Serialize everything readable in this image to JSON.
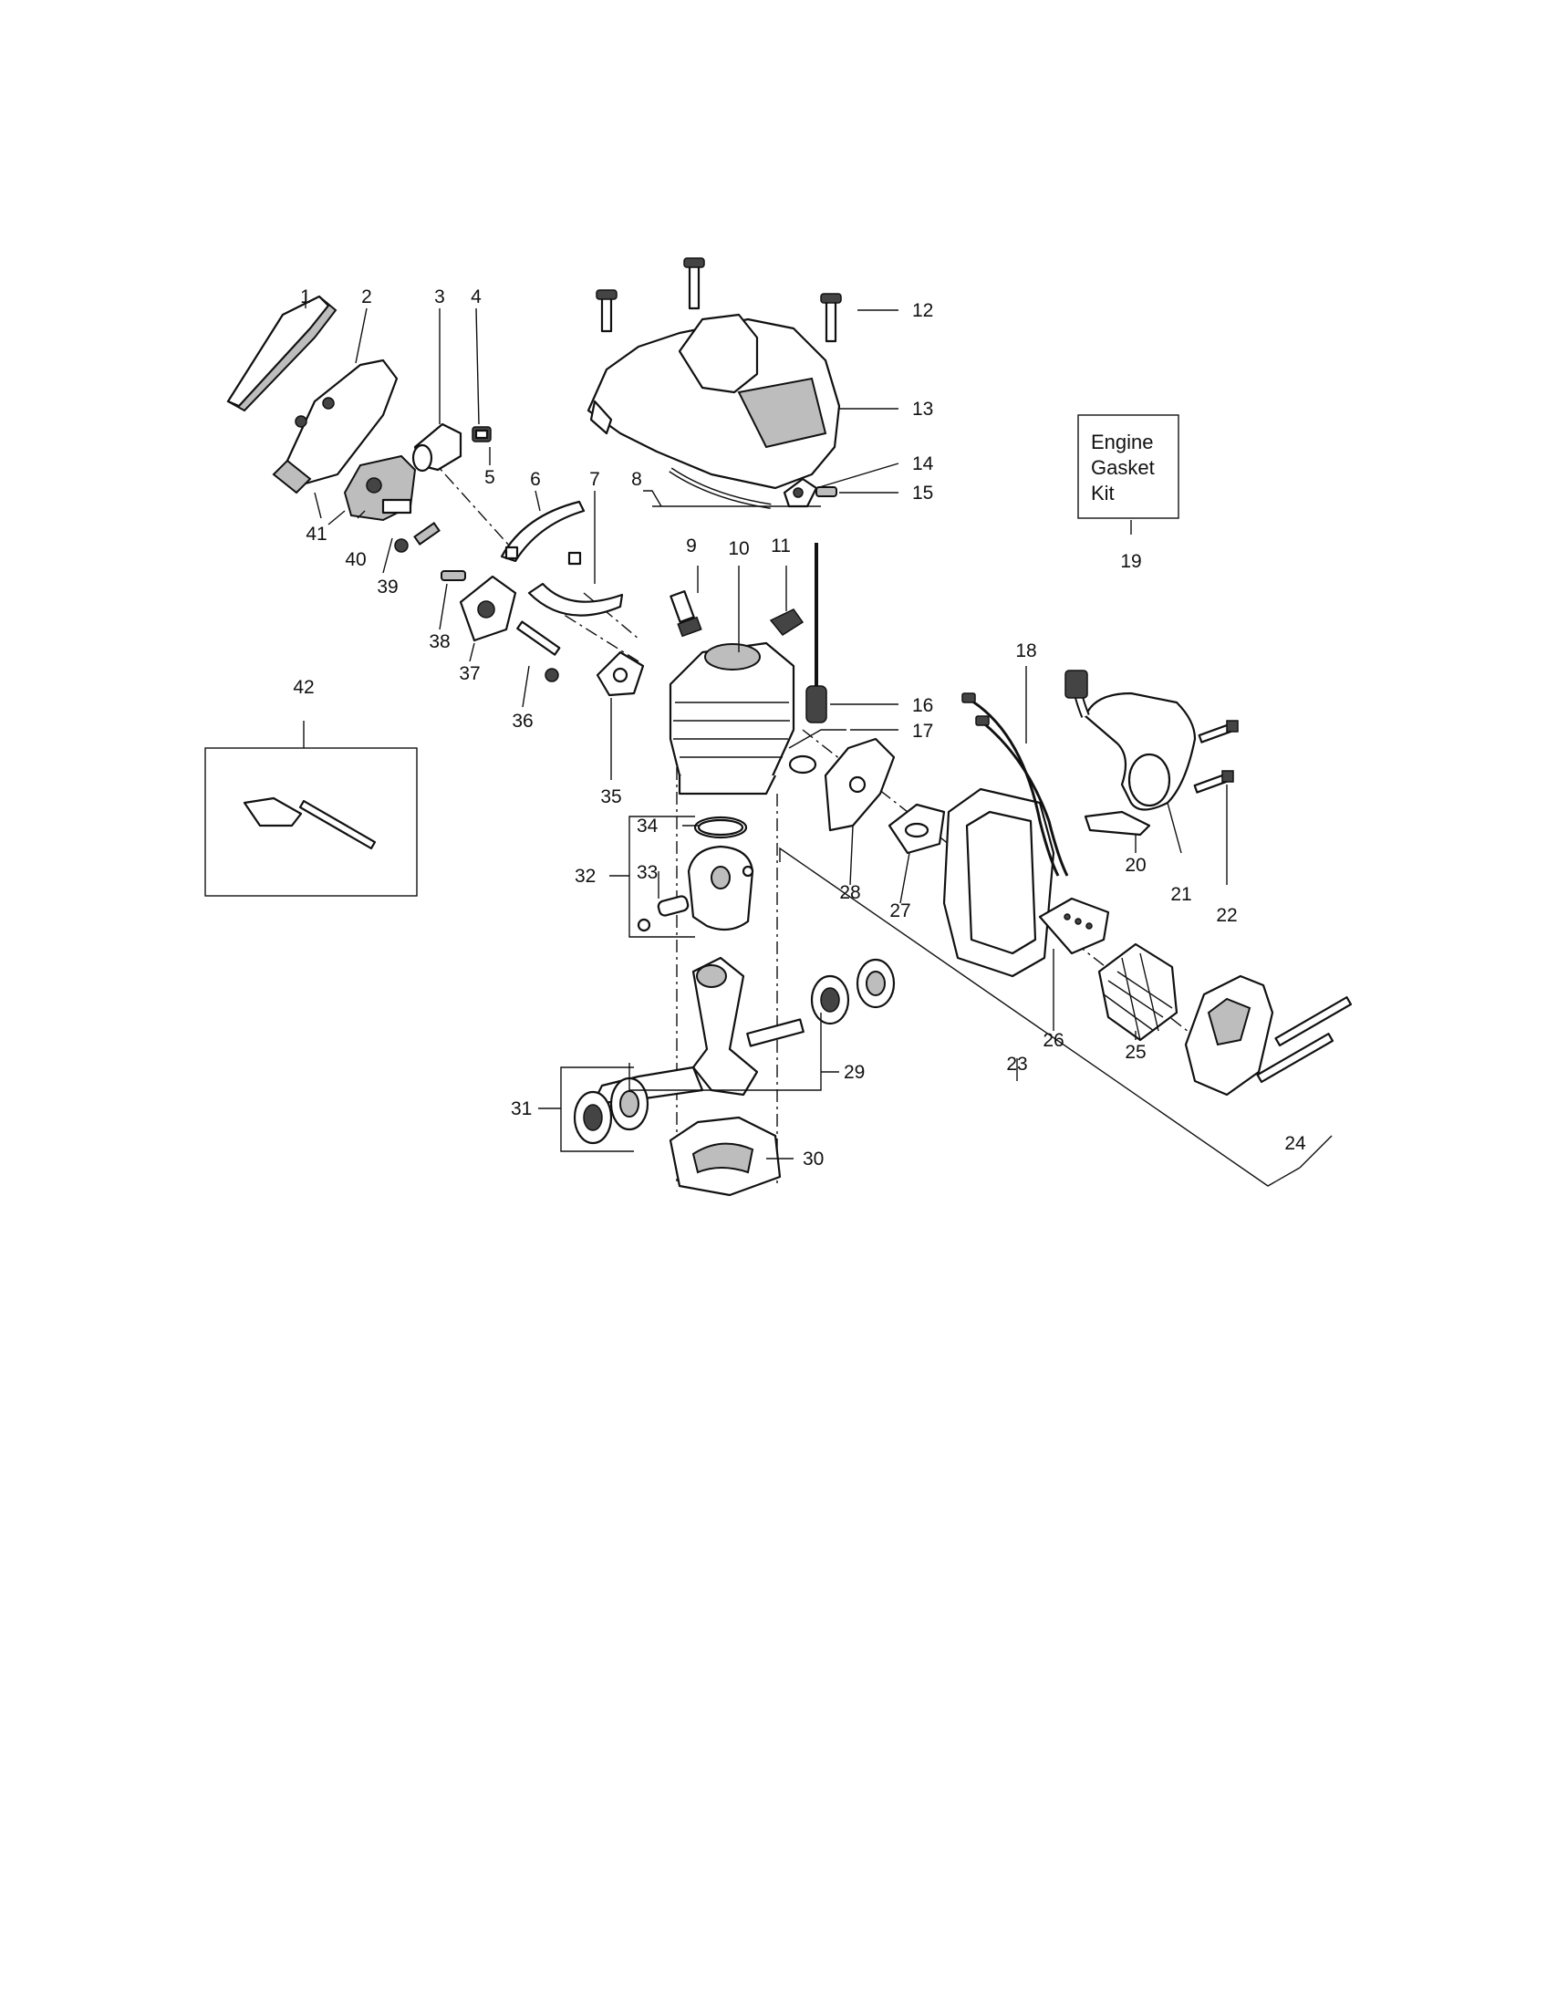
{
  "diagram": {
    "callouts": [
      {
        "id": "c1",
        "text": "1"
      },
      {
        "id": "c2",
        "text": "2"
      },
      {
        "id": "c3",
        "text": "3"
      },
      {
        "id": "c4",
        "text": "4"
      },
      {
        "id": "c5",
        "text": "5"
      },
      {
        "id": "c6",
        "text": "6"
      },
      {
        "id": "c7",
        "text": "7"
      },
      {
        "id": "c8",
        "text": "8"
      },
      {
        "id": "c9",
        "text": "9"
      },
      {
        "id": "c10",
        "text": "10"
      },
      {
        "id": "c11",
        "text": "11"
      },
      {
        "id": "c12",
        "text": "12"
      },
      {
        "id": "c13",
        "text": "13"
      },
      {
        "id": "c14",
        "text": "14"
      },
      {
        "id": "c15",
        "text": "15"
      },
      {
        "id": "c16",
        "text": "16"
      },
      {
        "id": "c17",
        "text": "17"
      },
      {
        "id": "c18",
        "text": "18"
      },
      {
        "id": "c19",
        "text": "19"
      },
      {
        "id": "c20",
        "text": "20"
      },
      {
        "id": "c21",
        "text": "21"
      },
      {
        "id": "c22",
        "text": "22"
      },
      {
        "id": "c23",
        "text": "23"
      },
      {
        "id": "c24",
        "text": "24"
      },
      {
        "id": "c25",
        "text": "25"
      },
      {
        "id": "c26",
        "text": "26"
      },
      {
        "id": "c27",
        "text": "27"
      },
      {
        "id": "c28",
        "text": "28"
      },
      {
        "id": "c29",
        "text": "29"
      },
      {
        "id": "c30",
        "text": "30"
      },
      {
        "id": "c31",
        "text": "31"
      },
      {
        "id": "c32",
        "text": "32"
      },
      {
        "id": "c33",
        "text": "33"
      },
      {
        "id": "c34",
        "text": "34"
      },
      {
        "id": "c35",
        "text": "35"
      },
      {
        "id": "c36",
        "text": "36"
      },
      {
        "id": "c37",
        "text": "37"
      },
      {
        "id": "c38",
        "text": "38"
      },
      {
        "id": "c39",
        "text": "39"
      },
      {
        "id": "c40",
        "text": "40"
      },
      {
        "id": "c41",
        "text": "41"
      },
      {
        "id": "c42",
        "text": "42"
      }
    ],
    "kit_box": {
      "lines": [
        "Engine",
        "Gasket",
        "Kit"
      ]
    }
  }
}
